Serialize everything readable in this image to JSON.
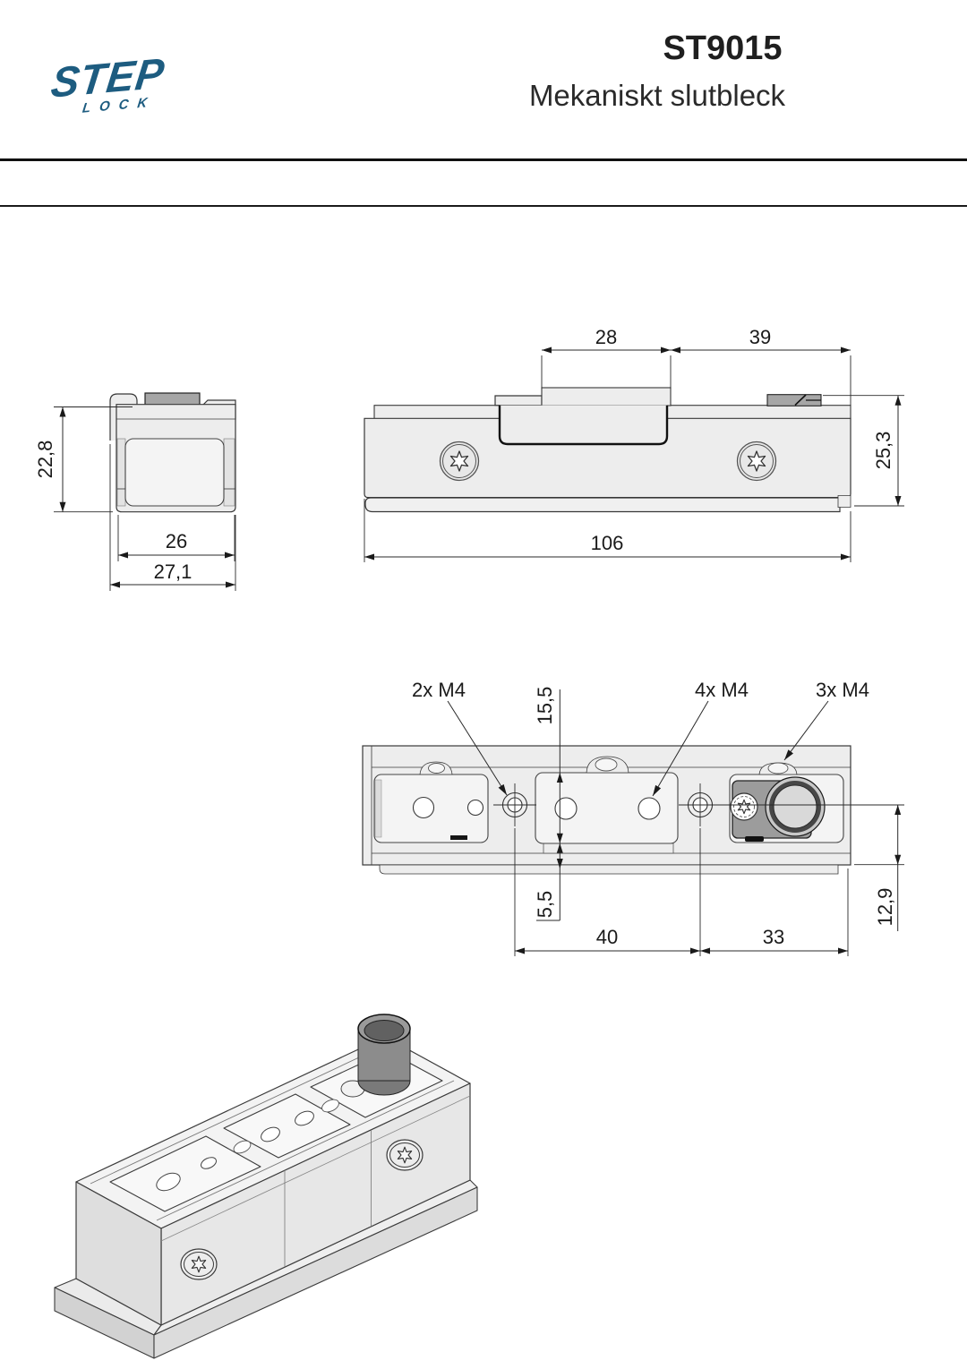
{
  "header": {
    "logo": {
      "line1": "STEP",
      "line2": "LOCK"
    },
    "product_code": "ST9015",
    "product_name": "Mekaniskt slutbleck"
  },
  "side_view": {
    "dim_height": "22,8",
    "dim_width_inner": "26",
    "dim_width_outer": "27,1"
  },
  "front_view": {
    "dim_pocket_width": "28",
    "dim_latch_span": "39",
    "dim_height": "25,3",
    "dim_total_length": "106"
  },
  "top_view": {
    "label_holes_left": "2x M4",
    "label_holes_middle": "4x M4",
    "label_holes_right": "3x M4",
    "dim_recess_depth": "15,5",
    "dim_edge": "5,5",
    "dim_span_left": "40",
    "dim_span_right": "33",
    "dim_center_offset": "12,9"
  },
  "colors": {
    "logo_blue": "#1d5c80",
    "rule_black": "#101010",
    "body_fill": "#ededed",
    "recess_fill": "#f4f4f4",
    "latch_gray": "#a6a6a6",
    "metal_dark": "#8c8c8c",
    "outline": "#383838"
  }
}
